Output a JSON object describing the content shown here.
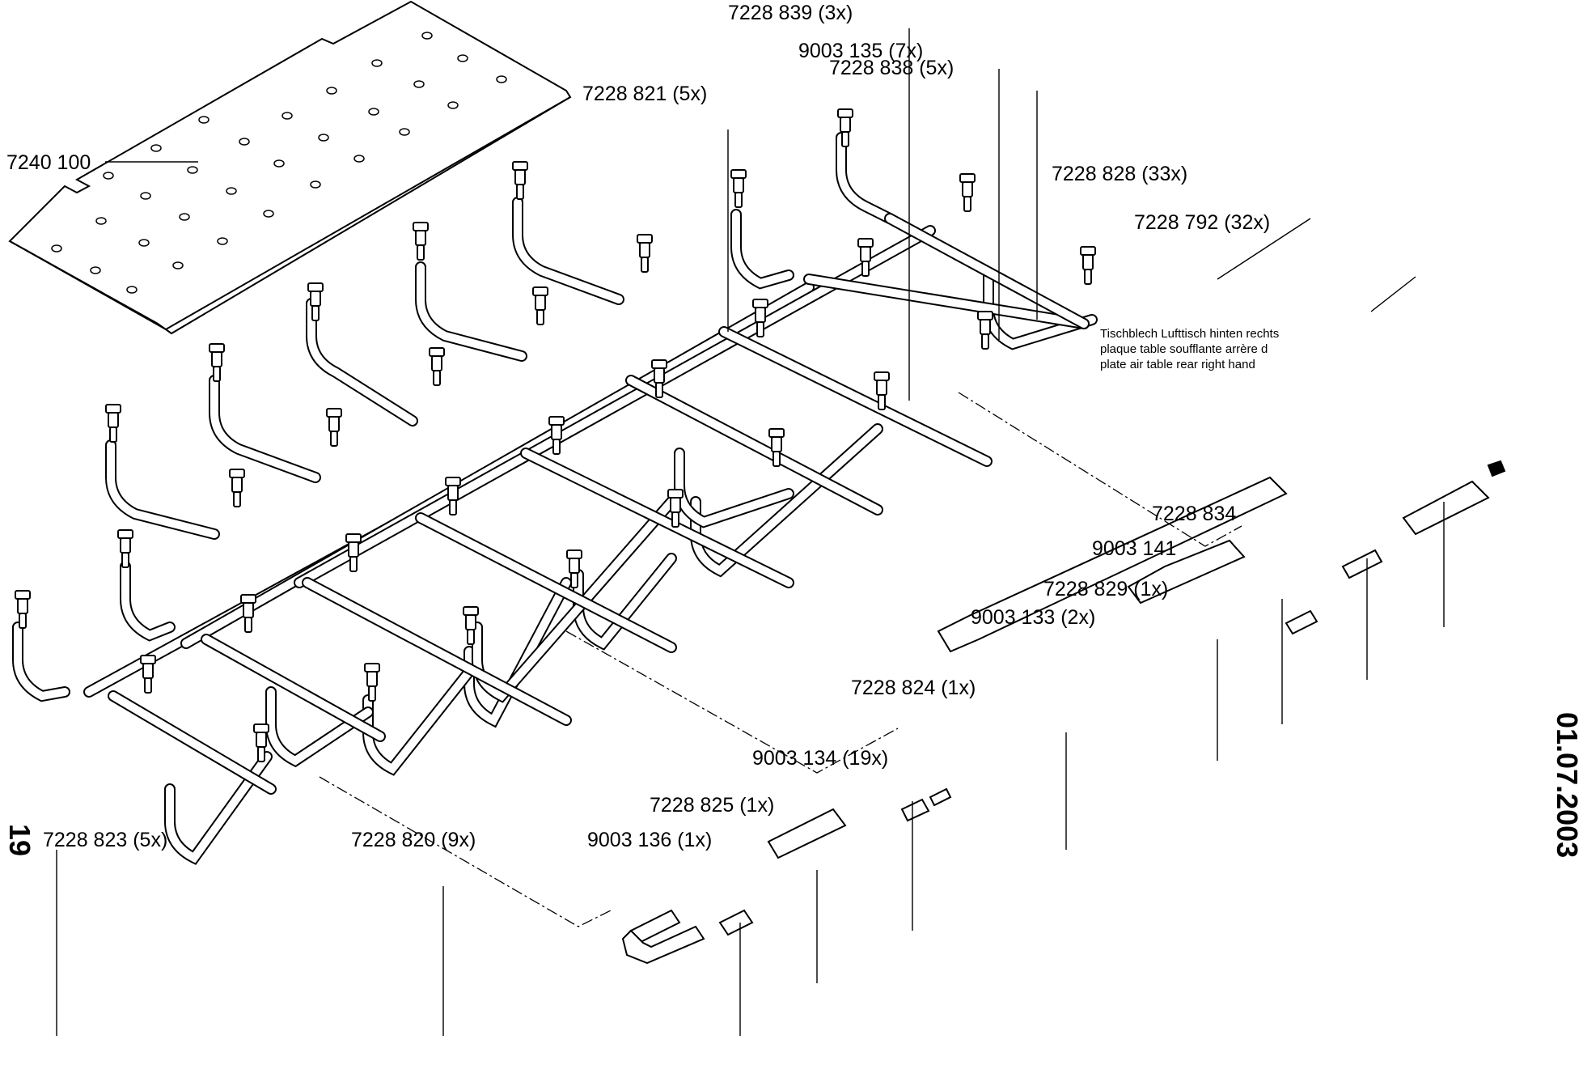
{
  "labels": {
    "plate": "7240 100",
    "elbow_821": "7228 821 (5x)",
    "pipe_839": "7228 839 (3x)",
    "tee_135": "9003 135 (7x)",
    "pipe_838": "7228 838 (5x)",
    "tube_828": "7228 828 (33x)",
    "nozzle_792": "7228 792 (32x)",
    "pipe_834": "7228 834",
    "connector_141": "9003 141",
    "pipe_829": "7228 829 (1x)",
    "tee_133": "9003 133 (2x)",
    "pipe_824": "7228 824 (1x)",
    "connector_134": "9003 134 (19x)",
    "pipe_825": "7228 825 (1x)",
    "connector_136": "9003 136 (1x)",
    "elbow_820": "7228 820 (9x)",
    "elbow_823": "7228 823 (5x)"
  },
  "note": {
    "line1": "Tischblech Lufttisch hinten rechts",
    "line2": "plaque table soufflante arrère d",
    "line3": "plate air table rear right hand"
  },
  "page_number": "19",
  "doc_code": "01.07.2003"
}
